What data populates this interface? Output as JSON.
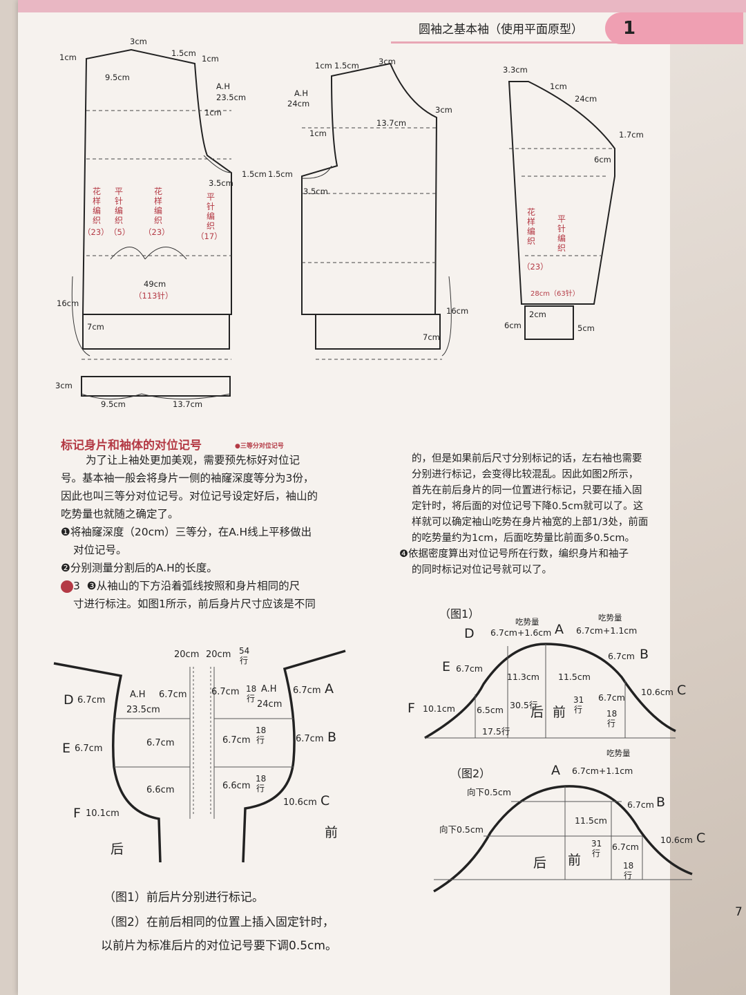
{
  "header": {
    "title": "圆袖之基本袖（使用平面原型）",
    "chapter": "1"
  },
  "page_number": "7",
  "pattern_back": {
    "shoulder_top": "3cm",
    "left_top": "1cm",
    "shoulder_mid": "1.5cm",
    "shoulder_right": "1cm",
    "neck_width": "9.5cm",
    "ah": "A.H",
    "ah_len": "23.5cm",
    "armhole_1cm": "1cm",
    "side_3_5": "3.5cm",
    "side_1_5": "1.5cm",
    "stitch_a": "花样编织",
    "stitch_a_n": "（23）",
    "stitch_b": "平针编织",
    "stitch_b_n": "（5）",
    "stitch_c": "花样编织",
    "stitch_c_n": "（23）",
    "stitch_d": "平针编织",
    "stitch_d_n": "（17）",
    "width": "49cm",
    "width_st": "（113针）",
    "hem_left": "16cm",
    "rib": "7cm"
  },
  "pattern_front": {
    "top_1": "1cm",
    "top_1_5": "1.5cm",
    "shoulder": "3cm",
    "ah": "A.H",
    "ah_len": "24cm",
    "neck_3": "3cm",
    "neck_depth": "13.7cm",
    "arm_1": "1cm",
    "side_1_5": "1.5cm",
    "side_3_5": "3.5cm",
    "hem_right": "16cm",
    "rib": "7cm"
  },
  "collar": {
    "height": "3cm",
    "left": "9.5cm",
    "right": "13.7cm"
  },
  "pattern_sleeve": {
    "top": "3.3cm",
    "cap_1": "1cm",
    "cap_len": "24cm",
    "side": "1.7cm",
    "down": "6cm",
    "stitch_a": "花样编织",
    "stitch_a_n": "（23）",
    "stitch_b": "平针编织",
    "width": "28cm（63针）",
    "cuff_h": "2cm",
    "cuff_l": "6cm",
    "cuff_r": "5cm"
  },
  "section": {
    "title": "标记身片和袖体的对位记号",
    "subtitle": "●三等分对位记号",
    "intro": [
      "为了让上袖处更加美观，需要预先标好对位记",
      "号。基本袖一般会将身片一侧的袖窿深度等分为3份，",
      "因此也叫三等分对位记号。对位记号设定好后，袖山的",
      "吃势量也就随之确定了。"
    ],
    "step1": [
      "❶将袖窿深度（20cm）三等分，在A.H线上平移做出",
      "对位记号。"
    ],
    "step2": "❷分别测量分割后的A.H的长度。",
    "step3_ref": "3",
    "step3": [
      "❸从袖山的下方沿着弧线按照和身片相同的尺",
      "寸进行标注。如图1所示，前后身片尺寸应该是不同"
    ],
    "right_col": [
      "的，但是如果前后尺寸分别标记的话，左右袖也需要",
      "分别进行标记，会变得比较混乱。因此如图2所示，",
      "首先在前后身片的同一位置进行标记，只要在插入固",
      "定针时，将后面的对位记号下降0.5cm就可以了。这",
      "样就可以确定袖山吃势在身片袖宽的上部1/3处，前面",
      "的吃势量约为1cm，后面吃势量比前面多0.5cm。"
    ],
    "step4": [
      "❹依据密度算出对位记号所在行数，编织身片和袖子",
      "的同时标记对位记号就可以了。"
    ]
  },
  "armhole_diagram": {
    "top_left": "20cm",
    "top_right": "20cm",
    "rows_total": "54行",
    "back_ah": "A.H",
    "back_ah_len": "23.5cm",
    "back_seg1": "6.7cm",
    "back_seg2": "6.7cm",
    "back_seg3": "6.6cm",
    "front_seg1": "6.7cm",
    "front_seg2": "6.7cm",
    "front_seg3": "6.6cm",
    "front_ah": "A.H",
    "front_ah_len": "24cm",
    "rows_18a": "18行",
    "rows_18b": "18行",
    "rows_18c": "18行",
    "D": "D",
    "D_val": "6.7cm",
    "E": "E",
    "E_val": "6.7cm",
    "F": "F",
    "F_val": "10.1cm",
    "A": "A",
    "A_val": "6.7cm",
    "B": "B",
    "B_val": "6.7cm",
    "C": "C",
    "C_val": "10.6cm",
    "back": "后",
    "front": "前"
  },
  "fig1": {
    "label": "（图1）",
    "ease_left": "吃势量",
    "ease_left_val": "6.7cm+1.6cm",
    "ease_right": "吃势量",
    "ease_right_val": "6.7cm+1.1cm",
    "D": "D",
    "A": "A",
    "B": "B",
    "B_val": "6.7cm",
    "C": "C",
    "C_val": "10.6cm",
    "E": "E",
    "E_val": "6.7cm",
    "F": "F",
    "F_val": "10.1cm",
    "w_left": "11.3cm",
    "w_right": "11.5cm",
    "h_left": "6.5cm",
    "h_right": "6.7cm",
    "rows_305": "30.5行",
    "rows_175": "17.5行",
    "rows_31": "31行",
    "rows_18": "18行",
    "back": "后",
    "front": "前"
  },
  "fig2": {
    "label": "（图2）",
    "ease": "吃势量",
    "A": "A",
    "A_val": "6.7cm+1.1cm",
    "down1": "向下0.5cm",
    "down2": "向下0.5cm",
    "B": "B",
    "B_val": "6.7cm",
    "C": "C",
    "C_val": "10.6cm",
    "w": "11.5cm",
    "h": "6.7cm",
    "rows_31": "31行",
    "rows_18": "18行",
    "back": "后",
    "front": "前"
  },
  "captions": {
    "c1": "（图1）前后片分别进行标记。",
    "c2": "（图2）在前后相同的位置上插入固定针时，",
    "c3": "以前片为标准后片的对位记号要下调0.5cm。"
  }
}
